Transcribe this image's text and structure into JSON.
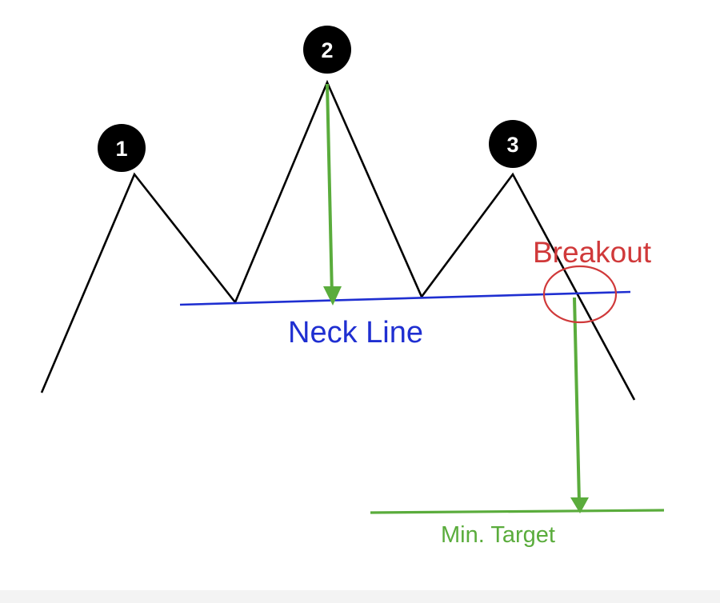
{
  "peaks": [
    {
      "number": "1"
    },
    {
      "number": "2"
    },
    {
      "number": "3"
    }
  ],
  "labels": {
    "neck_line": "Neck Line",
    "breakout": "Breakout",
    "min_target": "Min. Target"
  },
  "colors": {
    "price_line": "#000000",
    "marker_fill": "#000000",
    "marker_text": "#ffffff",
    "neck_line": "#1f2fd1",
    "breakout": "#d0393a",
    "projection": "#5aac3c",
    "background": "#ffffff"
  }
}
